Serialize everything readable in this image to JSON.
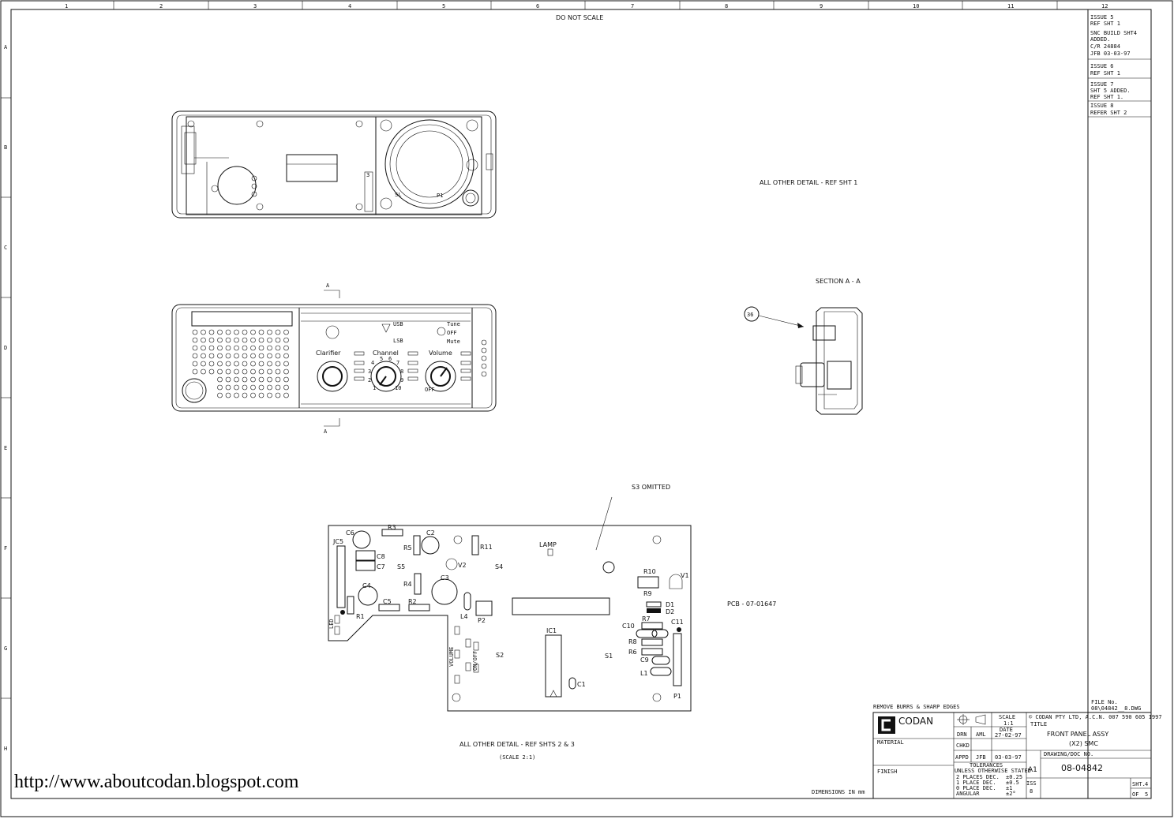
{
  "border": {
    "columns": [
      "1",
      "2",
      "3",
      "4",
      "5",
      "6",
      "7",
      "8",
      "9",
      "10",
      "11",
      "12"
    ],
    "rows": [
      "A",
      "B",
      "C",
      "D",
      "E",
      "F",
      "G",
      "H"
    ]
  },
  "header_note": "DO NOT SCALE",
  "revisions": [
    {
      "lines": [
        "ISSUE 5",
        "REF SHT 1",
        "SNC BUILD SHT4",
        "ADDED.",
        "C/R 24884",
        "JFB  03-03-97"
      ]
    },
    {
      "lines": [
        "ISSUE 6",
        "REF SHT 1"
      ]
    },
    {
      "lines": [
        "ISSUE 7",
        "SHT 5 ADDED.",
        "REF SHT 1."
      ]
    },
    {
      "lines": [
        "ISSUE 8",
        "REFER SHT 2"
      ]
    }
  ],
  "notes": {
    "all_other_detail_sht1": "ALL OTHER DETAIL - REF SHT 1",
    "section_title": "SECTION A - A",
    "section_balloon": "36",
    "section_marker": "A",
    "s3_omitted": "S3 OMITTED",
    "pcb_ref": "PCB - 07-01647",
    "all_other_detail_sht23": "ALL OTHER DETAIL - REF SHTS 2 & 3",
    "scale_note": "(SCALE 2:1)",
    "dimensions": "DIMENSIONS IN mm",
    "remove_burrs": "REMOVE BURRS & SHARP EDGES"
  },
  "front_panel": {
    "clarifier": "Clarifier",
    "channel": "Channel",
    "volume": "Volume",
    "usb": "USB",
    "lsb": "LSB",
    "tune": "Tune",
    "off": "OFF",
    "mute": "Mute",
    "off_small": "OFF",
    "channel_numbers": [
      "1",
      "2",
      "3",
      "4",
      "5",
      "6",
      "7",
      "8",
      "9",
      "10"
    ]
  },
  "rear_view": {
    "sl": "SL",
    "p1": "P1",
    "three": "3"
  },
  "pcb": {
    "labels": [
      "C6",
      "R3",
      "C2",
      "JC5",
      "C8",
      "C7",
      "S5",
      "R5",
      "R11",
      "LAMP",
      "V2",
      "S4",
      "C4",
      "R4",
      "C3",
      "R10",
      "V1",
      "R9",
      "R1",
      "C5",
      "R2",
      "L4",
      "D1",
      "D2",
      "P2",
      "R7",
      "C11",
      "C10",
      "IC1",
      "R8",
      "R6",
      "S2",
      "S1",
      "C9",
      "L1",
      "C1",
      "P1",
      "VOLUME",
      "ON/OFF",
      "LED"
    ]
  },
  "title_block": {
    "file_no_label": "FILE No.",
    "file_no": "08\\04842__8.DWG",
    "company": "CODAN",
    "scale_label": "SCALE",
    "scale": "1:1",
    "copyright": "© CODAN  PTY LTD, A.C.N. 007 590 605  1997",
    "title_label": "TITLE",
    "title_line1": "FRONT PANEL ASSY",
    "title_line2": "(X2) SMC",
    "drn_label": "DRN",
    "drn": "AML",
    "date_label": "DATE",
    "date": "27-02-97",
    "chkd_label": "CHKD",
    "appd_label": "APPD",
    "appd": "JFB",
    "appd_date": "03-03-97",
    "material_label": "MATERIAL",
    "finish_label": "FINISH",
    "tolerances_label": "TOLERANCES",
    "tolerances_sub": "UNLESS OTHERWISE STATED",
    "tol_rows": [
      {
        "label": "2 PLACES DEC.",
        "value": "±0.25"
      },
      {
        "label": "1 PLACE DEC.",
        "value": "±0.5"
      },
      {
        "label": "0 PLACE DEC.",
        "value": "±1"
      },
      {
        "label": "ANGULAR",
        "value": "±2°"
      }
    ],
    "size": "A1",
    "doc_label": "DRAWING/DOC NO.",
    "doc_no": "08-04842",
    "iss_label": "ISS",
    "iss": "8",
    "sht_label": "SHT.",
    "sht": "4",
    "of_label": "OF",
    "of": "5"
  },
  "watermark_url": "http://www.aboutcodan.blogspot.com"
}
